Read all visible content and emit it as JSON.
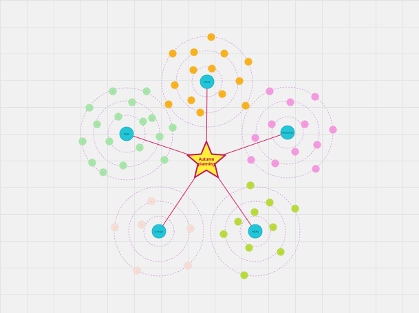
{
  "center": {
    "label_line1": "Autumn",
    "label_line2": "planning",
    "fill": "#ffef3a",
    "stroke": "#c2185b"
  },
  "colors": {
    "connector": "#d81b60",
    "ring": "#c98fd6",
    "hub": "#22c6d8",
    "hub_border": "#1aa9ba"
  },
  "clusters": [
    {
      "name": "top",
      "hub_label": "Week",
      "node_color": "#f9b21b",
      "nodes": [
        {
          "label": "..."
        },
        {
          "label": "..."
        },
        {
          "label": "..."
        },
        {
          "label": "..."
        },
        {
          "label": "..."
        },
        {
          "label": "..."
        },
        {
          "label": "..."
        },
        {
          "label": "..."
        },
        {
          "label": "..."
        },
        {
          "label": "..."
        },
        {
          "label": "..."
        },
        {
          "label": "..."
        },
        {
          "label": "..."
        },
        {
          "label": "..."
        }
      ]
    },
    {
      "name": "left",
      "hub_label": "Tasks",
      "node_color": "#a6e6a8",
      "nodes": [
        {
          "label": "..."
        },
        {
          "label": "..."
        },
        {
          "label": "..."
        },
        {
          "label": "..."
        },
        {
          "label": "..."
        },
        {
          "label": "..."
        },
        {
          "label": "..."
        },
        {
          "label": "..."
        },
        {
          "label": "..."
        },
        {
          "label": "..."
        },
        {
          "label": "..."
        },
        {
          "label": "..."
        },
        {
          "label": "..."
        },
        {
          "label": "..."
        },
        {
          "label": "..."
        },
        {
          "label": "..."
        },
        {
          "label": "..."
        }
      ]
    },
    {
      "name": "right",
      "hub_label": "Resources",
      "node_color": "#f59adf",
      "nodes": [
        {
          "label": "..."
        },
        {
          "label": "..."
        },
        {
          "label": "..."
        },
        {
          "label": "..."
        },
        {
          "label": "..."
        },
        {
          "label": "..."
        },
        {
          "label": "..."
        },
        {
          "label": "..."
        },
        {
          "label": "..."
        },
        {
          "label": "..."
        },
        {
          "label": "..."
        },
        {
          "label": "..."
        }
      ]
    },
    {
      "name": "bottom-left",
      "hub_label": "Energy",
      "node_color": "#f6ddd5",
      "nodes": [
        {
          "label": "..."
        },
        {
          "label": "..."
        },
        {
          "label": "..."
        },
        {
          "label": "..."
        },
        {
          "label": "..."
        },
        {
          "label": "..."
        }
      ]
    },
    {
      "name": "bottom-right",
      "hub_label": "Habits",
      "node_color": "#b9dc3a",
      "nodes": [
        {
          "label": "..."
        },
        {
          "label": "..."
        },
        {
          "label": "..."
        },
        {
          "label": "..."
        },
        {
          "label": "..."
        },
        {
          "label": "..."
        },
        {
          "label": "..."
        },
        {
          "label": "..."
        },
        {
          "label": "..."
        },
        {
          "label": "..."
        }
      ]
    }
  ]
}
